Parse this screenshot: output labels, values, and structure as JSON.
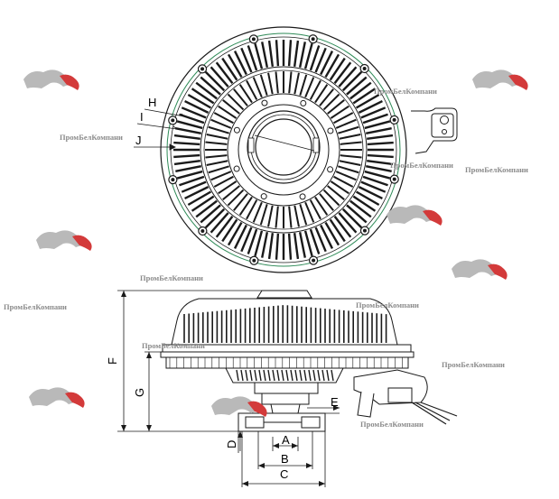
{
  "dimensions": {
    "H": "H",
    "I": "I",
    "J": "J",
    "A": "A",
    "B": "B",
    "C": "C",
    "D": "D",
    "E": "E",
    "F": "F",
    "G": "G"
  },
  "watermark": {
    "text": "ПромБелКомпани",
    "logo": "horse-logo"
  },
  "colors": {
    "line": "#1a1a1a",
    "mount_ring": "#2e8b57",
    "background": "#ffffff",
    "watermark_text": "#8a8a8a",
    "watermark_accent": "#d33a3a"
  }
}
